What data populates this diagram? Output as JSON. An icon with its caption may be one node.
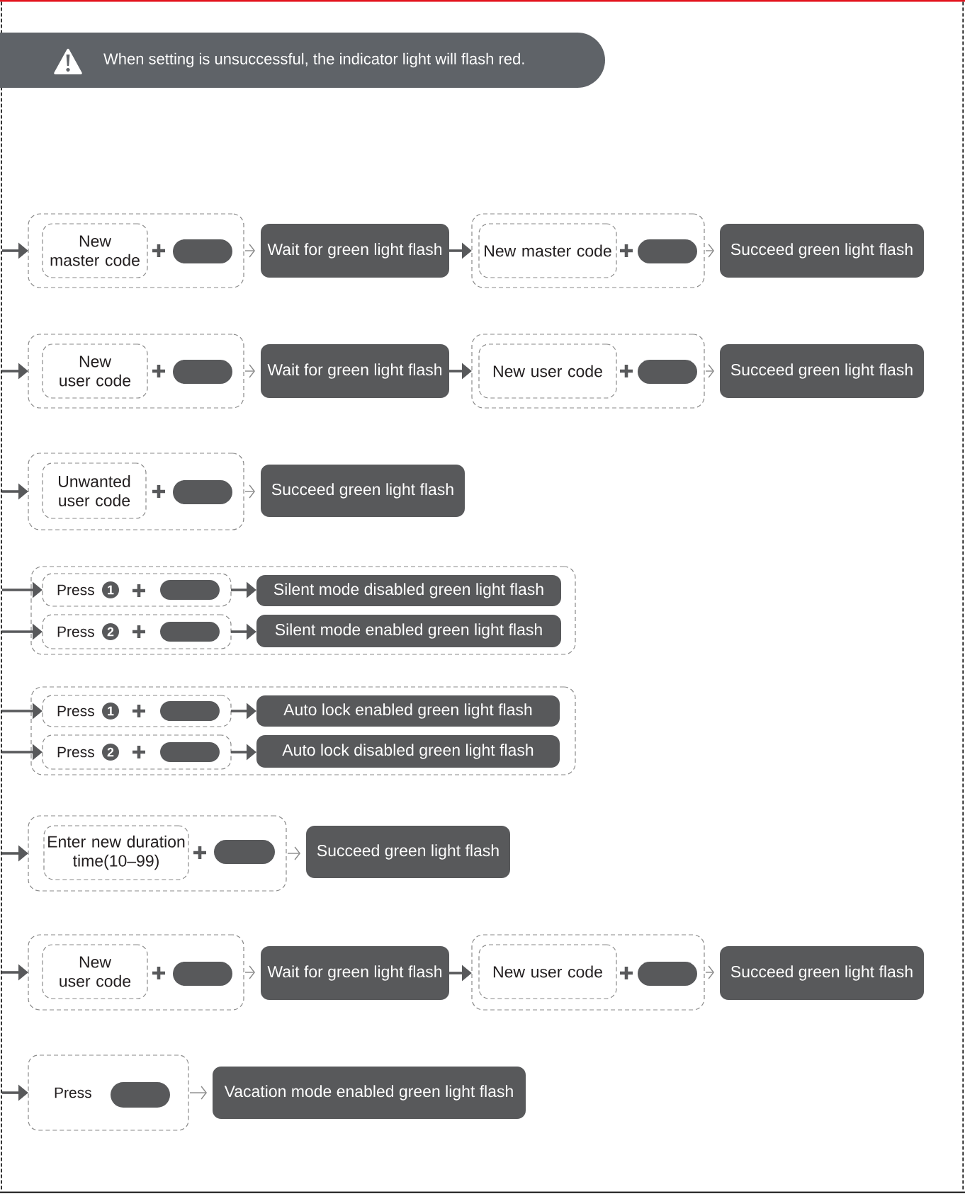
{
  "diagram": {
    "nodes": [
      {
        "text": [
          "When setting is unsuccessful, the indicator light will flash red."
        ]
      },
      {
        "text": [],
        "shape": "box"
      },
      {
        "text": [
          "New master code"
        ],
        "in": 1
      },
      {
        "text": [],
        "shape": "pill",
        "in": 1
      },
      {
        "text": [
          "Wait for green light flash"
        ]
      },
      {
        "text": [],
        "shape": "box"
      },
      {
        "text": [
          "New master code"
        ],
        "in": 5
      },
      {
        "text": [],
        "shape": "pill",
        "in": 5
      },
      {
        "text": [
          "Succeed green light flash"
        ]
      },
      {
        "text": [],
        "shape": "box"
      },
      {
        "text": [
          "New user code"
        ],
        "in": 9
      },
      {
        "text": [],
        "shape": "pill",
        "in": 9
      },
      {
        "text": [
          "Wait for green light flash"
        ]
      },
      {
        "text": [],
        "shape": "box"
      },
      {
        "text": [
          "New user code"
        ],
        "in": 13
      },
      {
        "text": [],
        "shape": "pill",
        "in": 13
      },
      {
        "text": [
          "Succeed green light flash"
        ]
      },
      {
        "text": [],
        "shape": "box"
      },
      {
        "text": [
          "Unwanted user code"
        ],
        "in": 17
      },
      {
        "text": [],
        "shape": "pill",
        "in": 17
      },
      {
        "text": [
          "Succeed green light flash"
        ]
      },
      {
        "text": [],
        "shape": "box"
      },
      {
        "text": [
          "Press"
        ],
        "in": 21
      },
      {
        "text": [
          "1"
        ],
        "in": 22
      },
      {
        "text": [],
        "shape": "pill",
        "in": 22
      },
      {
        "text": [
          "Silent mode disabled green light flash"
        ],
        "in": 21
      },
      {
        "text": [
          "Press"
        ],
        "in": 21
      },
      {
        "text": [
          "2"
        ],
        "in": 26
      },
      {
        "text": [],
        "shape": "pill",
        "in": 26
      },
      {
        "text": [
          "Silent mode enabled green light flash"
        ],
        "in": 21
      },
      {
        "text": [],
        "shape": "box"
      },
      {
        "text": [
          "Press"
        ],
        "in": 30
      },
      {
        "text": [
          "1"
        ],
        "in": 31
      },
      {
        "text": [],
        "shape": "pill",
        "in": 31
      },
      {
        "text": [
          "Auto lock enabled green light flash"
        ],
        "in": 30
      },
      {
        "text": [
          "Press"
        ],
        "in": 30
      },
      {
        "text": [
          "2"
        ],
        "in": 35
      },
      {
        "text": [],
        "shape": "pill",
        "in": 35
      },
      {
        "text": [
          "Auto lock disabled green light flash"
        ],
        "in": 30
      },
      {
        "text": [],
        "shape": "box"
      },
      {
        "text": [
          "Enter new duration time(10–99)"
        ],
        "in": 39
      },
      {
        "text": [],
        "shape": "pill",
        "in": 39
      },
      {
        "text": [
          "Succeed green light flash"
        ]
      },
      {
        "text": [],
        "shape": "box"
      },
      {
        "text": [
          "New user code"
        ],
        "in": 43
      },
      {
        "text": [],
        "shape": "pill",
        "in": 43
      },
      {
        "text": [
          "Wait for green light flash"
        ]
      },
      {
        "text": [],
        "shape": "box"
      },
      {
        "text": [
          "New user code"
        ],
        "in": 47
      },
      {
        "text": [],
        "shape": "pill",
        "in": 47
      },
      {
        "text": [
          "Succeed green light flash"
        ]
      },
      {
        "text": [
          "Press"
        ]
      },
      {
        "text": [],
        "shape": "pill",
        "in": 51
      },
      {
        "text": [
          "Vacation mode enabled green light flash"
        ]
      }
    ],
    "edges": [
      {
        "from": null,
        "to": 1,
        "arrow": "to"
      },
      {
        "from": 1,
        "to": 4,
        "arrow": "to",
        "color": "#8a8a8a"
      },
      {
        "from": 4,
        "to": 5,
        "arrow": "to"
      },
      {
        "from": 5,
        "to": 8,
        "arrow": "to",
        "color": "#8a8a8a"
      },
      {
        "from": null,
        "to": 9,
        "arrow": "to"
      },
      {
        "from": 9,
        "to": 12,
        "arrow": "to",
        "color": "#8a8a8a"
      },
      {
        "from": 12,
        "to": 13,
        "arrow": "to"
      },
      {
        "from": 13,
        "to": 16,
        "arrow": "to",
        "color": "#8a8a8a"
      },
      {
        "from": null,
        "to": 17,
        "arrow": "to"
      },
      {
        "from": 17,
        "to": 20,
        "arrow": "to",
        "color": "#8a8a8a"
      },
      {
        "from": null,
        "to": 22,
        "arrow": "to"
      },
      {
        "from": 22,
        "to": 25,
        "arrow": "to"
      },
      {
        "from": null,
        "to": 26,
        "arrow": "to"
      },
      {
        "from": 26,
        "to": 29,
        "arrow": "to"
      },
      {
        "from": null,
        "to": 31,
        "arrow": "to"
      },
      {
        "from": 31,
        "to": 34,
        "arrow": "to"
      },
      {
        "from": null,
        "to": 35,
        "arrow": "to"
      },
      {
        "from": 35,
        "to": 38,
        "arrow": "to"
      },
      {
        "from": null,
        "to": 39,
        "arrow": "to"
      },
      {
        "from": 39,
        "to": 42,
        "arrow": "to",
        "color": "#8a8a8a"
      },
      {
        "from": null,
        "to": 43,
        "arrow": "to"
      },
      {
        "from": 43,
        "to": 46,
        "arrow": "to",
        "color": "#8a8a8a"
      },
      {
        "from": 46,
        "to": 47,
        "arrow": "to"
      },
      {
        "from": 47,
        "to": 50,
        "arrow": "to",
        "color": "#8a8a8a"
      },
      {
        "from": null,
        "to": 51,
        "arrow": "to"
      },
      {
        "from": 51,
        "to": 53,
        "arrow": "to",
        "color": "#8a8a8a"
      }
    ]
  }
}
